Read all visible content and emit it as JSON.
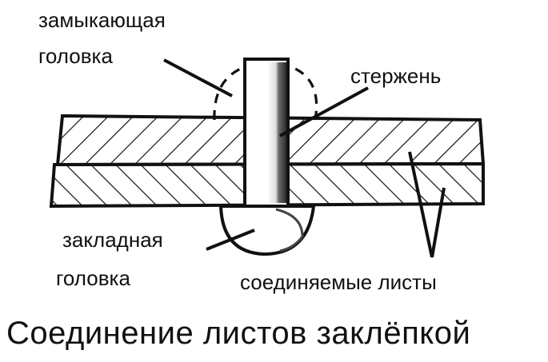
{
  "labels": {
    "closing_head_line1": "замыкающая",
    "closing_head_line2": "головка",
    "shank": "стержень",
    "set_head_line1": "закладная",
    "set_head_line2": "головка",
    "joined_sheets": "соединяемые листы"
  },
  "caption": "Соединение листов заклёпкой",
  "colors": {
    "ink": "#111111",
    "background": "#ffffff",
    "shank_shade": "#3a3a3a"
  }
}
